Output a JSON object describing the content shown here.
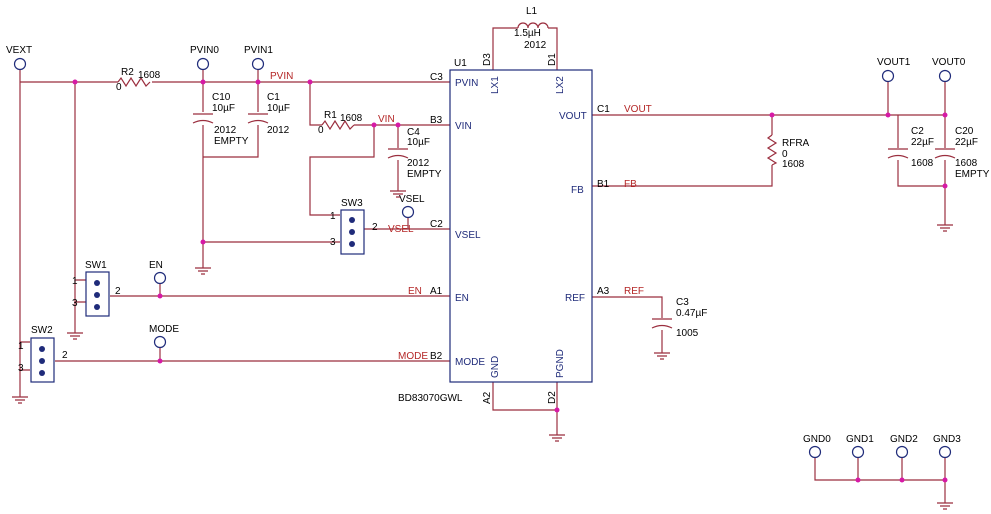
{
  "ic": {
    "ref": "U1",
    "part": "BD83070GWL",
    "pins_left": [
      "PVIN",
      "VIN",
      "VSEL",
      "EN",
      "MODE"
    ],
    "pins_left_num": [
      "C3",
      "B3",
      "C2",
      "A1",
      "B2"
    ],
    "pins_right": [
      "VOUT",
      "FB",
      "REF"
    ],
    "pins_right_num": [
      "C1",
      "B1",
      "A3"
    ],
    "pins_top": [
      "LX1",
      "LX2"
    ],
    "pins_top_num": [
      "D3",
      "D1"
    ],
    "pins_bottom": [
      "GND",
      "PGND"
    ],
    "pins_bottom_num": [
      "A2",
      "D2"
    ]
  },
  "inductor": {
    "ref": "L1",
    "value": "1.5µH",
    "size": "2012"
  },
  "resistors": [
    {
      "ref": "R2",
      "value": "0",
      "size": "1608"
    },
    {
      "ref": "R1",
      "value": "0",
      "size": "1608"
    },
    {
      "ref": "RFRA",
      "value": "0",
      "size": "1608"
    }
  ],
  "capacitors": [
    {
      "ref": "C10",
      "value": "10µF",
      "size": "2012",
      "note": "EMPTY"
    },
    {
      "ref": "C1",
      "value": "10µF",
      "size": "2012",
      "note": ""
    },
    {
      "ref": "C4",
      "value": "10µF",
      "size": "2012",
      "note": "EMPTY"
    },
    {
      "ref": "C3",
      "value": "0.47µF",
      "size": "1005",
      "note": ""
    },
    {
      "ref": "C2",
      "value": "22µF",
      "size": "1608",
      "note": ""
    },
    {
      "ref": "C20",
      "value": "22µF",
      "size": "1608",
      "note": "EMPTY"
    }
  ],
  "switches": [
    "SW1",
    "SW2",
    "SW3"
  ],
  "switch_pins": [
    "1",
    "2",
    "3"
  ],
  "testpoints": [
    "VEXT",
    "PVIN0",
    "PVIN1",
    "VSEL",
    "EN",
    "MODE",
    "VOUT1",
    "VOUT0",
    "GND0",
    "GND1",
    "GND2",
    "GND3"
  ],
  "nets": [
    "PVIN",
    "VIN",
    "VSEL",
    "EN",
    "MODE",
    "VOUT",
    "FB",
    "REF"
  ]
}
